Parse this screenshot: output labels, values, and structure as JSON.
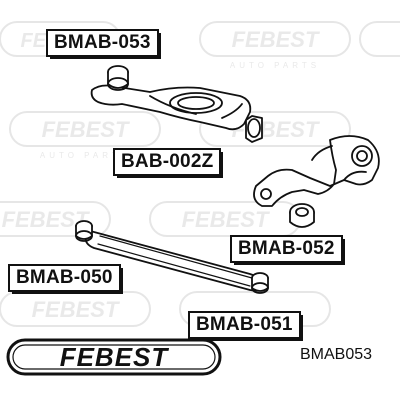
{
  "brand": {
    "logo_text": "FEBEST",
    "watermark_text": "FEBEST",
    "watermark_subtext": "AUTO PARTS"
  },
  "parts": [
    {
      "label": "BMAB-053"
    },
    {
      "label": "BAB-002Z"
    },
    {
      "label": "BMAB-052"
    },
    {
      "label": "BMAB-050"
    },
    {
      "label": "BMAB-051"
    }
  ],
  "article_number": "BMAB053",
  "colors": {
    "line": "#111111",
    "watermark": "#e2e2e2",
    "background": "#ffffff"
  }
}
